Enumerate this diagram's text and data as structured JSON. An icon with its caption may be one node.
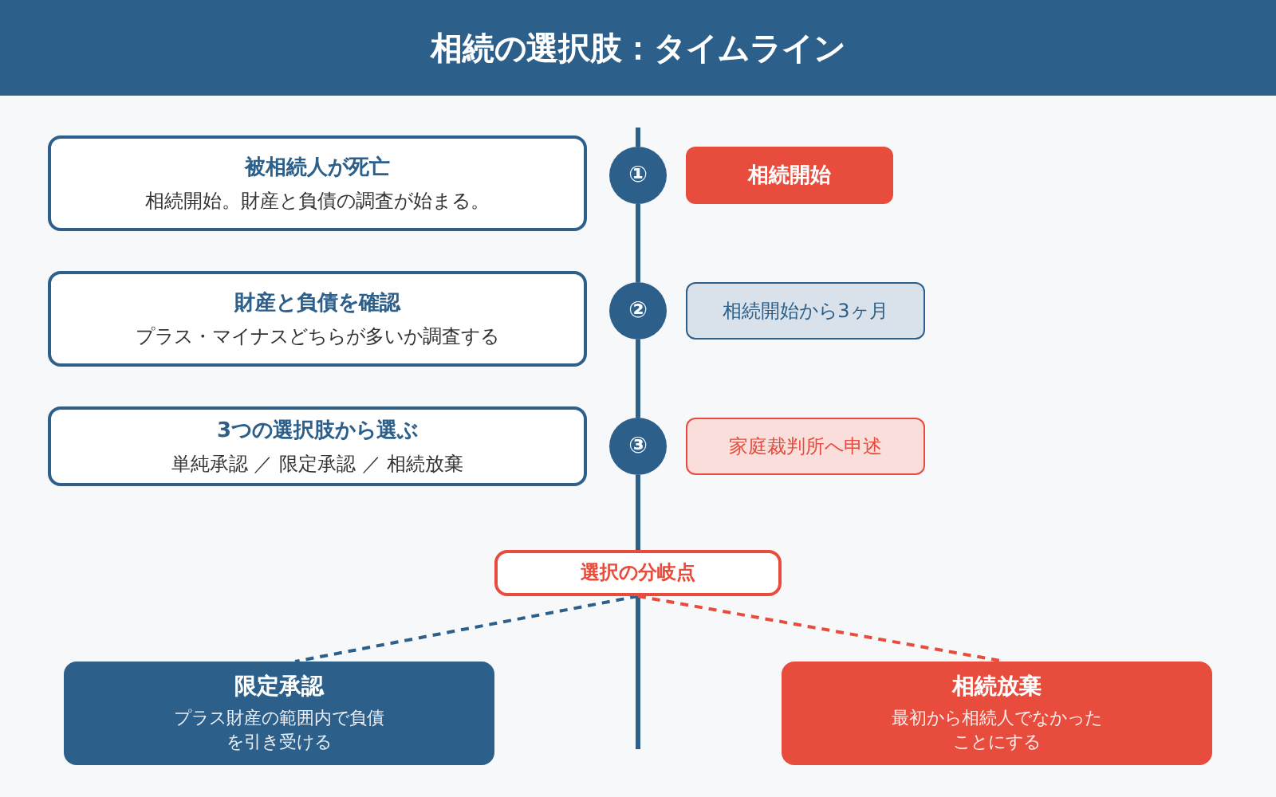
{
  "diagram": {
    "title": "相続の選択肢：タイムライン",
    "nodes": [
      {
        "text": [
          "被相続人が死亡",
          "相続開始。財産と負債の調査が始まる。"
        ]
      },
      {
        "text": [
          "①"
        ]
      },
      {
        "text": [
          "相続開始"
        ]
      },
      {
        "text": [
          "財産と負債を確認",
          "プラス・マイナスどちらが多いか調査する"
        ]
      },
      {
        "text": [
          "②"
        ]
      },
      {
        "text": [
          "相続開始から3ヶ月"
        ]
      },
      {
        "text": [
          "3つの選択肢から選ぶ",
          "単純承認 ／ 限定承認 ／ 相続放棄"
        ]
      },
      {
        "text": [
          "③"
        ]
      },
      {
        "text": [
          "家庭裁判所へ申述"
        ]
      },
      {
        "text": [
          "選択の分岐点"
        ]
      },
      {
        "text": [
          "限定承認",
          "プラス財産の範囲内で負債を引き受ける"
        ]
      },
      {
        "text": [
          "相続放棄",
          "最初から相続人でなかったことにする"
        ]
      }
    ],
    "edges": [
      {
        "from": null,
        "to": 1,
        "arrow": "none"
      },
      {
        "from": 1,
        "to": 4,
        "arrow": "none"
      },
      {
        "from": 4,
        "to": 7,
        "arrow": "none"
      },
      {
        "from": 7,
        "to": 9,
        "arrow": "none"
      },
      {
        "from": 9,
        "to": null,
        "arrow": "none"
      },
      {
        "from": 9,
        "to": 10,
        "arrow": "none",
        "style": "dashed"
      },
      {
        "from": 9,
        "to": 11,
        "arrow": "none",
        "style": "dashed",
        "color": "#e74c3c"
      }
    ]
  }
}
